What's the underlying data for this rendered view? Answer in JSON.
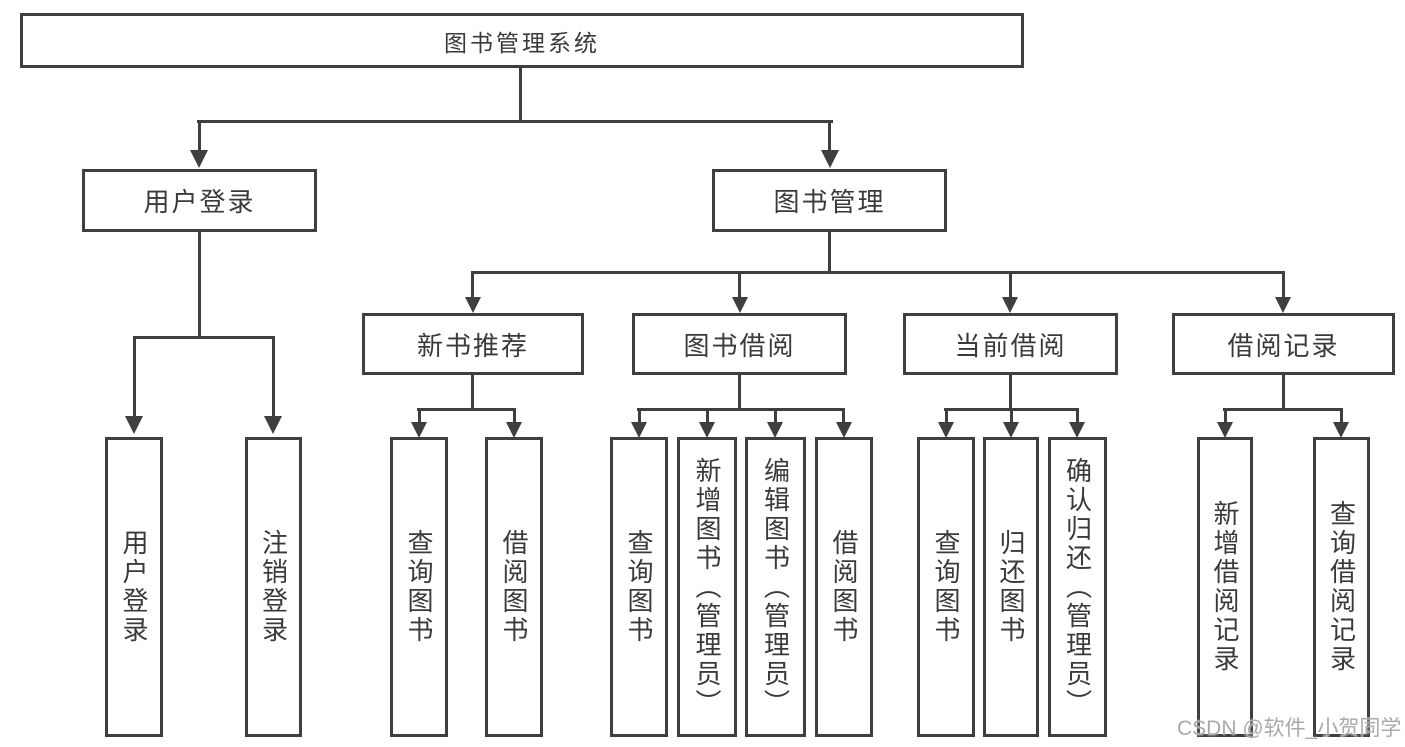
{
  "root": {
    "label": "图书管理系统"
  },
  "branches": [
    {
      "label": "用户登录",
      "children": [
        {
          "label": "用户登录"
        },
        {
          "label": "注销登录"
        }
      ]
    },
    {
      "label": "图书管理",
      "groups": [
        {
          "label": "新书推荐",
          "children": [
            {
              "label": "查询图书"
            },
            {
              "label": "借阅图书"
            }
          ]
        },
        {
          "label": "图书借阅",
          "children": [
            {
              "label": "查询图书"
            },
            {
              "label": "新增图书（管理员）"
            },
            {
              "label": "编辑图书（管理员）"
            },
            {
              "label": "借阅图书"
            }
          ]
        },
        {
          "label": "当前借阅",
          "children": [
            {
              "label": "查询图书"
            },
            {
              "label": "归还图书"
            },
            {
              "label": "确认归还（管理员）"
            }
          ]
        },
        {
          "label": "借阅记录",
          "children": [
            {
              "label": "新增借阅记录"
            },
            {
              "label": "查询借阅记录"
            }
          ]
        }
      ]
    }
  ],
  "watermark": "CSDN @软件_小贺同学",
  "colors": {
    "line": "#3f3f3f",
    "text": "#3a3a3a",
    "watermark": "#a9a9a9"
  }
}
